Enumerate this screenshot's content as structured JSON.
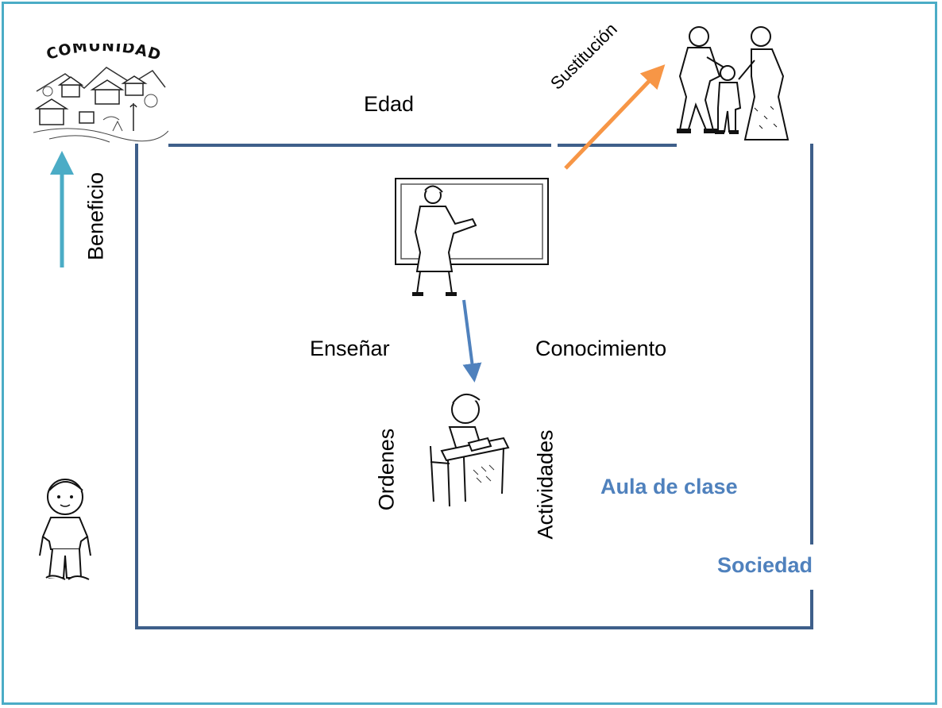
{
  "labels": {
    "comunidad": "COMUNIDAD",
    "edad": "Edad",
    "sustitucion": "Sustitución",
    "beneficio": "Beneficio",
    "ensenar": "Enseñar",
    "conocimiento": "Conocimiento",
    "ordenes": "Ordenes",
    "actividades": "Actividades",
    "aula_de_clase": "Aula de clase",
    "sociedad": "Sociedad"
  },
  "colors": {
    "frame": "#4bacc6",
    "classroom_border": "#3e5f8a",
    "beneficio_arrow": "#4bacc6",
    "sustitucion_arrow": "#f79646",
    "ensenar_arrow": "#4f81bd",
    "accent_text": "#4f81bd"
  },
  "icons": {
    "community": "community-village-icon",
    "parents": "parents-with-child-icon",
    "teacher": "teacher-at-blackboard-icon",
    "student": "student-at-desk-icon",
    "child": "child-standing-icon"
  }
}
